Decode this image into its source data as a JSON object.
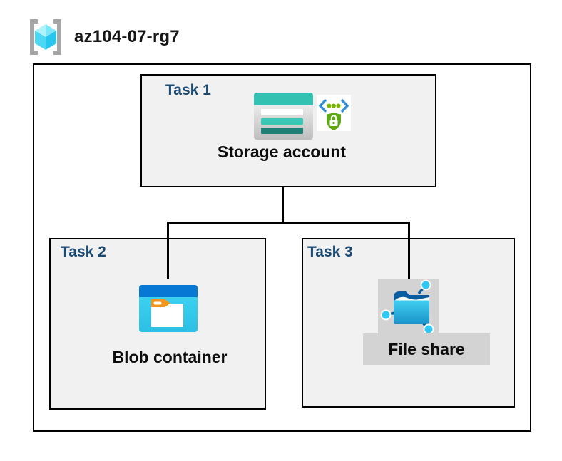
{
  "header": {
    "title": "az104-07-rg7",
    "icon": "resource-group-icon"
  },
  "tasks": [
    {
      "label": "Task 1",
      "resource": "Storage account",
      "icons": [
        "storage-account-icon",
        "secure-endpoint-icon"
      ]
    },
    {
      "label": "Task 2",
      "resource": "Blob container",
      "icons": [
        "blob-container-icon"
      ]
    },
    {
      "label": "Task 3",
      "resource": "File share",
      "icons": [
        "file-share-icon"
      ]
    }
  ],
  "connections": [
    {
      "from": "Storage account",
      "to": "Blob container"
    },
    {
      "from": "Storage account",
      "to": "File share"
    }
  ],
  "colors": {
    "task_label": "#1b4a73",
    "box_fill": "#f1f1f1",
    "chip_fill": "#d3d3d3",
    "storage_teal": "#33c1b1",
    "storage_teal_dark": "#1f7f74",
    "blob_blue": "#0778d3",
    "blob_cyan": "#35c9ea",
    "fileshare_navy": "#0b5c9e",
    "fileshare_cyan": "#2fc8f4",
    "shield_green": "#5ca913",
    "chevron_blue": "#2f8ed6",
    "dot_green": "#76b800",
    "connector": "#000000"
  }
}
